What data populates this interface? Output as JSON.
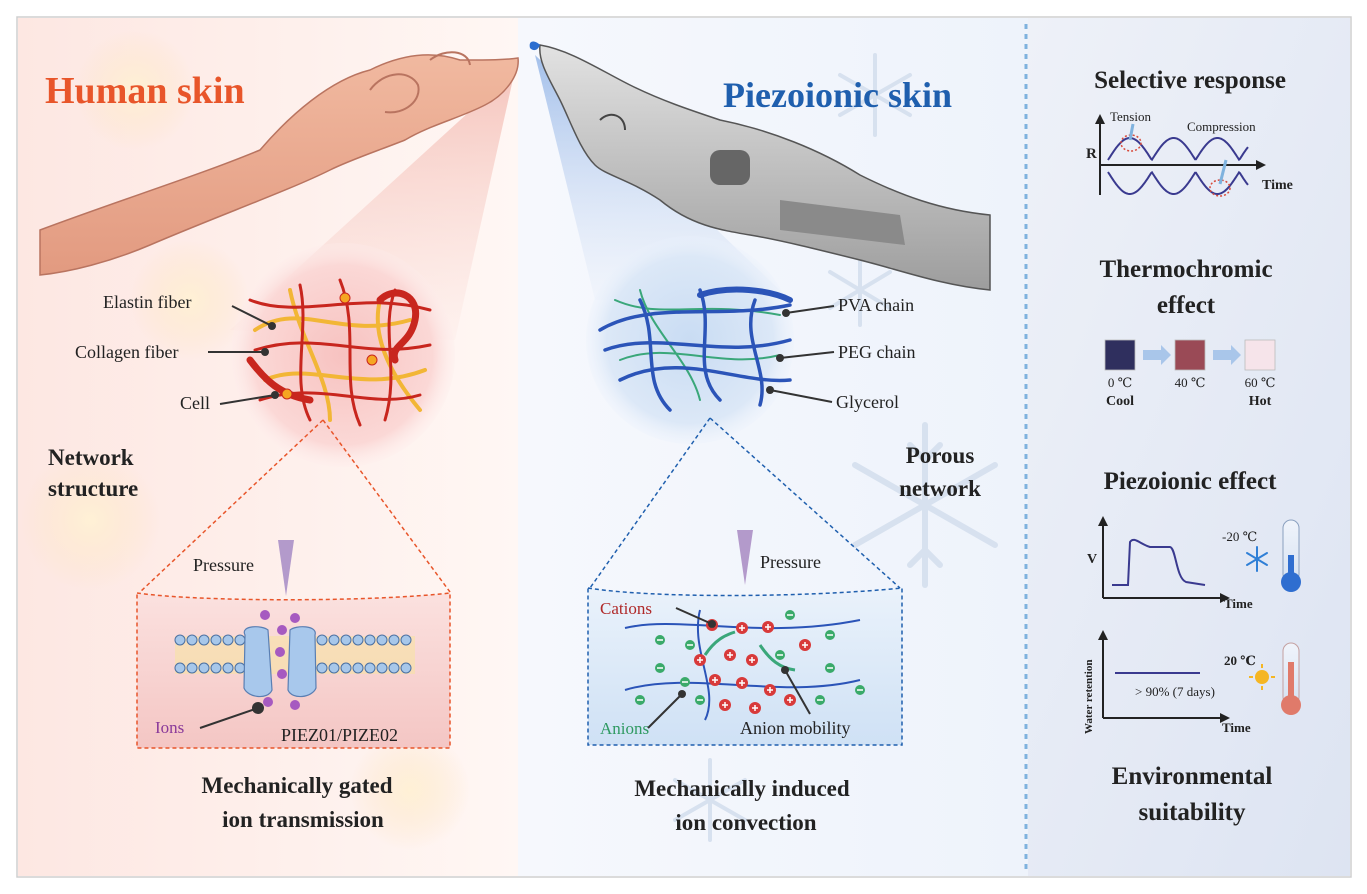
{
  "left": {
    "title": "Human skin",
    "labels": {
      "elastin": "Elastin fiber",
      "collagen": "Collagen fiber",
      "cell": "Cell"
    },
    "network_line1": "Network",
    "network_line2": "structure",
    "pressure": "Pressure",
    "ions": "Ions",
    "channel": "PIEZ01/PIZE02",
    "caption_line1": "Mechanically gated",
    "caption_line2": "ion transmission"
  },
  "middle": {
    "title": "Piezoionic skin",
    "labels": {
      "pva": "PVA chain",
      "peg": "PEG chain",
      "glycerol": "Glycerol"
    },
    "porous_line1": "Porous",
    "porous_line2": "network",
    "pressure": "Pressure",
    "cations": "Cations",
    "anions": "Anions",
    "anion_mobility": "Anion mobility",
    "caption_line1": "Mechanically induced",
    "caption_line2": "ion convection"
  },
  "right": {
    "selective": {
      "title": "Selective response",
      "y_axis": "R",
      "x_axis": "Time",
      "tension": "Tension",
      "compression": "Compression"
    },
    "thermo": {
      "title_line1": "Thermochromic",
      "title_line2": "effect",
      "swatches": [
        {
          "temp": "0 ℃",
          "word": "Cool",
          "color": "#2f2f5e"
        },
        {
          "temp": "40 ℃",
          "word": "",
          "color": "#9a4a56"
        },
        {
          "temp": "60 ℃",
          "word": "Hot",
          "color": "#f6e4ea"
        }
      ]
    },
    "piezo": {
      "title": "Piezoionic effect",
      "y_axis": "V",
      "x_axis": "Time",
      "temp": "-20 ℃"
    },
    "water": {
      "y_axis": "Water retention",
      "x_axis": "Time",
      "note": "> 90% (7 days)",
      "temp": "20 ℃"
    },
    "env_line1": "Environmental",
    "env_line2": "suitability"
  },
  "colors": {
    "human_title": "#e8552a",
    "piezo_title": "#1f5fae",
    "red_fiber": "#c8261e",
    "yellow_fiber": "#f2b636",
    "blue_fiber": "#2b54b8",
    "green_fiber": "#3aa77a",
    "purple": "#8a3a9a",
    "cation": "#d83a3a",
    "anion": "#3aaa6a"
  }
}
